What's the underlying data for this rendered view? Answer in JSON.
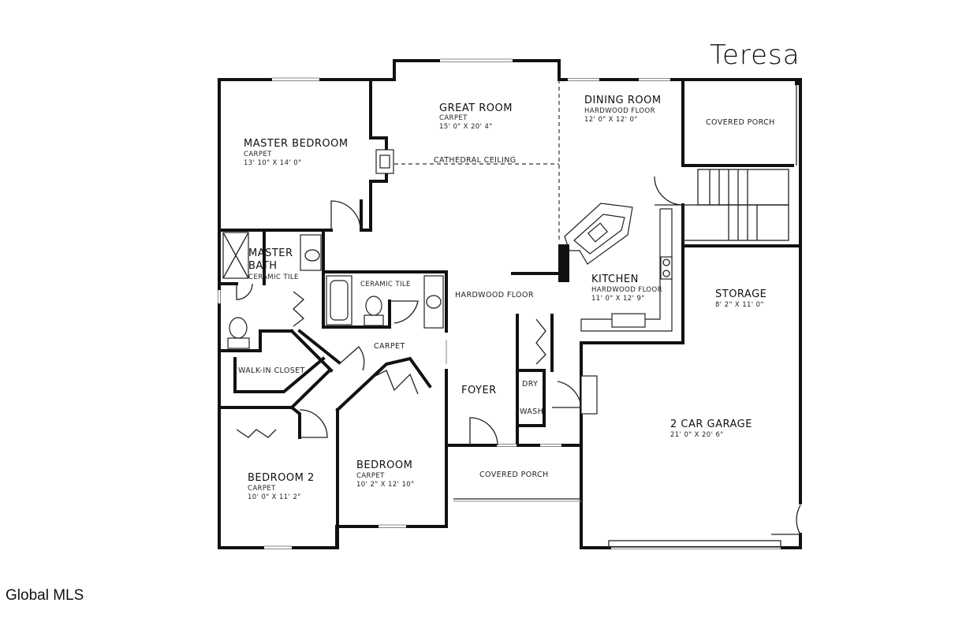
{
  "title": "Teresa",
  "watermark": "Global MLS",
  "rooms": {
    "great_room": {
      "name": "GREAT ROOM",
      "floor": "CARPET",
      "size": "15' 0\" X 20' 4\""
    },
    "dining_room": {
      "name": "DINING ROOM",
      "floor": "HARDWOOD FLOOR",
      "size": "12' 0\" X 12' 0\""
    },
    "covered_porch_top": {
      "name": "COVERED PORCH"
    },
    "master_bedroom": {
      "name": "MASTER BEDROOM",
      "floor": "CARPET",
      "size": "13' 10\" X 14' 0\""
    },
    "master_bath": {
      "name_line1": "MASTER",
      "name_line2": "BATH",
      "floor": "CERAMIC TILE"
    },
    "bath2": {
      "floor": "CERAMIC TILE"
    },
    "hall": {
      "floor": "CARPET"
    },
    "hardwood": {
      "floor": "HARDWOOD FLOOR"
    },
    "kitchen": {
      "name": "KITCHEN",
      "floor": "HARDWOOD FLOOR",
      "size": "11' 0\" X 12' 9\""
    },
    "storage": {
      "name": "STORAGE",
      "size": "8' 2\" X 11' 0\""
    },
    "walk_in_closet": {
      "name": "WALK-IN CLOSET"
    },
    "foyer": {
      "name": "FOYER"
    },
    "dryer": {
      "name": "DRY"
    },
    "washer": {
      "name": "WASH"
    },
    "garage": {
      "name": "2 CAR GARAGE",
      "size": "21' 0\" X 20' 6\""
    },
    "bedroom": {
      "name": "BEDROOM",
      "floor": "CARPET",
      "size": "10' 2\" X 12' 10\""
    },
    "bedroom2": {
      "name": "BEDROOM 2",
      "floor": "CARPET",
      "size": "10' 0\" X 11' 2\""
    },
    "covered_porch_front": {
      "name": "COVERED PORCH"
    }
  },
  "cathedral_ceiling": "CATHEDRAL CEILING"
}
